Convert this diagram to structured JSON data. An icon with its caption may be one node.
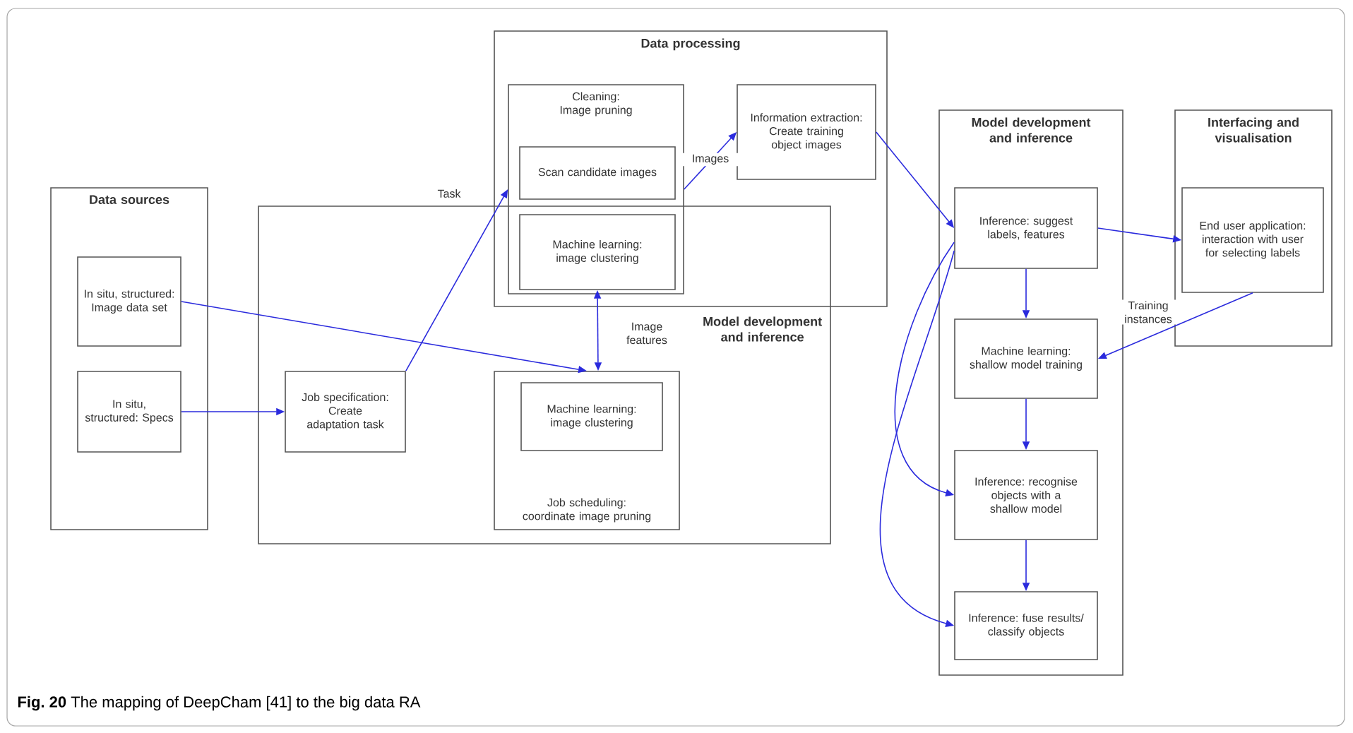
{
  "diagram": {
    "caption": "**Fig. 20** The mapping of DeepCham [41] to the big data RA",
    "nodes": [
      {
        "text": [
          "Data sources"
        ]
      },
      {
        "text": [
          "In situ, structured: Image data set"
        ],
        "in": 0
      },
      {
        "text": [
          "In situ, structured: Specs"
        ],
        "in": 0
      },
      {
        "text": [
          "Model development and inference"
        ]
      },
      {
        "text": [
          "Data processing"
        ]
      },
      {
        "text": [
          "Cleaning: Image pruning"
        ],
        "in": 4
      },
      {
        "text": [
          "Scan candidate images"
        ],
        "in": 5
      },
      {
        "text": [
          "Machine learning: image clustering"
        ]
      },
      {
        "text": [
          "Information extraction: Create training object images"
        ],
        "in": 4
      },
      {
        "text": [
          "Job specification: Create adaptation task"
        ],
        "in": 3
      },
      {
        "text": [
          "Job scheduling: coordinate image pruning"
        ],
        "in": 3
      },
      {
        "text": [
          "Machine learning: image clustering"
        ],
        "in": 10
      },
      {
        "text": [
          "Model development and inference"
        ]
      },
      {
        "text": [
          "Inference: suggest labels, features"
        ],
        "in": 12
      },
      {
        "text": [
          "Machine learning: shallow model training"
        ],
        "in": 12
      },
      {
        "text": [
          "Inference: recognise objects with a shallow model"
        ],
        "in": 12
      },
      {
        "text": [
          "Inference: fuse results/ classify objects"
        ],
        "in": 12
      },
      {
        "text": [
          "Interfacing and visualisation"
        ]
      },
      {
        "text": [
          "End user application: interaction with user for selecting labels"
        ],
        "in": 17
      }
    ],
    "edges": [
      {
        "from": 2,
        "to": 9,
        "arrow": "to"
      },
      {
        "from": 1,
        "to": 10,
        "arrow": "to"
      },
      {
        "from": 9,
        "to": 5,
        "arrow": "to",
        "label": "Task"
      },
      {
        "from": 5,
        "to": 8,
        "arrow": "to",
        "label": "Images"
      },
      {
        "from": 7,
        "to": 10,
        "arrow": "both",
        "label": "Image features"
      },
      {
        "from": 8,
        "to": 13,
        "arrow": "to"
      },
      {
        "from": 13,
        "to": 18,
        "arrow": "to"
      },
      {
        "from": 18,
        "to": 14,
        "arrow": "to",
        "label": "Training instances"
      },
      {
        "from": 13,
        "to": 14,
        "arrow": "to"
      },
      {
        "from": 14,
        "to": 15,
        "arrow": "to"
      },
      {
        "from": 15,
        "to": 16,
        "arrow": "to"
      },
      {
        "from": 13,
        "to": 15,
        "arrow": "to"
      },
      {
        "from": 13,
        "to": 16,
        "arrow": "to"
      }
    ]
  }
}
